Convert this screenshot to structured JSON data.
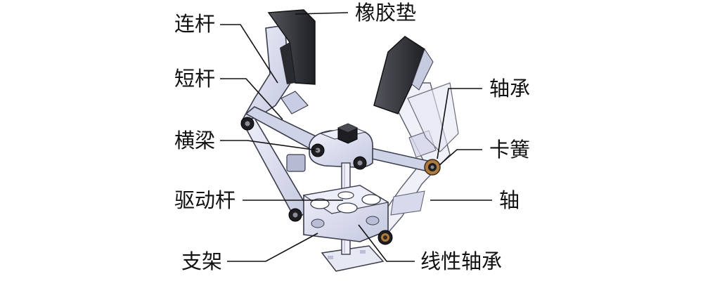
{
  "labels": {
    "link_rod": "连杆",
    "rubber_pad": "橡胶垫",
    "short_rod": "短杆",
    "bearing": "轴承",
    "crossbeam": "横梁",
    "circlip": "卡簧",
    "shaft": "轴",
    "drive_rod": "驱动杆",
    "bracket": "支架",
    "linear_bearing": "线性轴承"
  },
  "colors": {
    "metal": "#d9dcee",
    "metal_light": "#e8eaf6",
    "metal_dark": "#a9adc8",
    "outline": "#3a3c4a",
    "rubber": "#2e2f33",
    "pin": "#1e1e22",
    "bronze": "#b07a3c",
    "leader": "#111111"
  }
}
